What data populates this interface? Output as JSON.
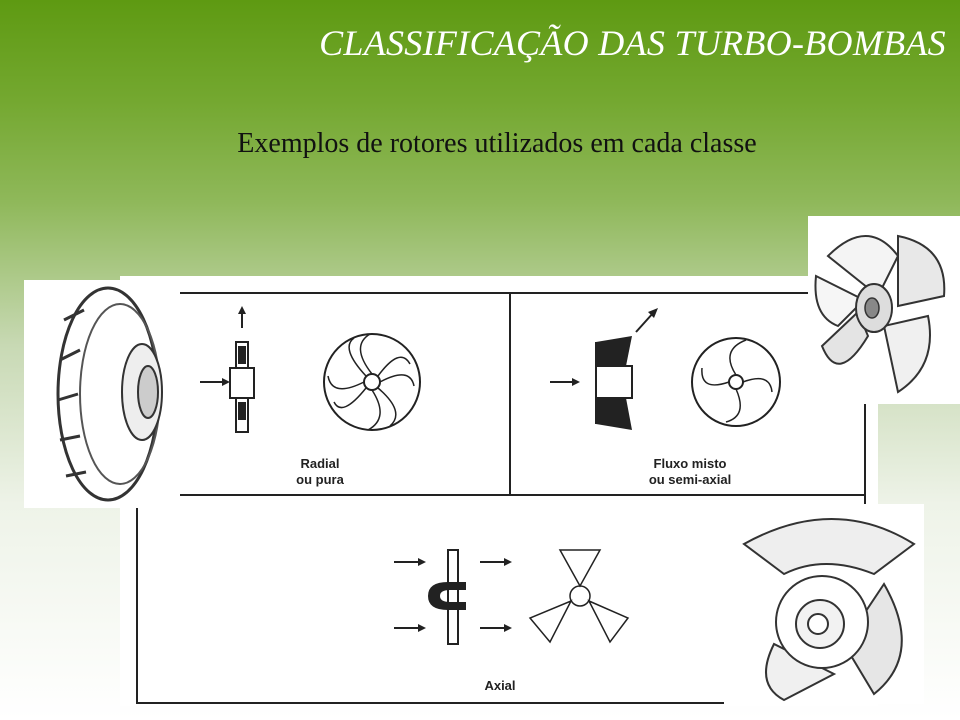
{
  "slide": {
    "title": "CLASSIFICAÇÃO DAS TURBO-BOMBAS",
    "subtitle": "Exemplos de rotores utilizados em cada classe"
  },
  "figure": {
    "radial_caption_1": "Radial",
    "radial_caption_2": "ou pura",
    "mixed_caption_1": "Fluxo misto",
    "mixed_caption_2": "ou semi-axial",
    "axial_caption": "Axial"
  },
  "colors": {
    "header_green": "#5e9a12",
    "line": "#222222"
  }
}
